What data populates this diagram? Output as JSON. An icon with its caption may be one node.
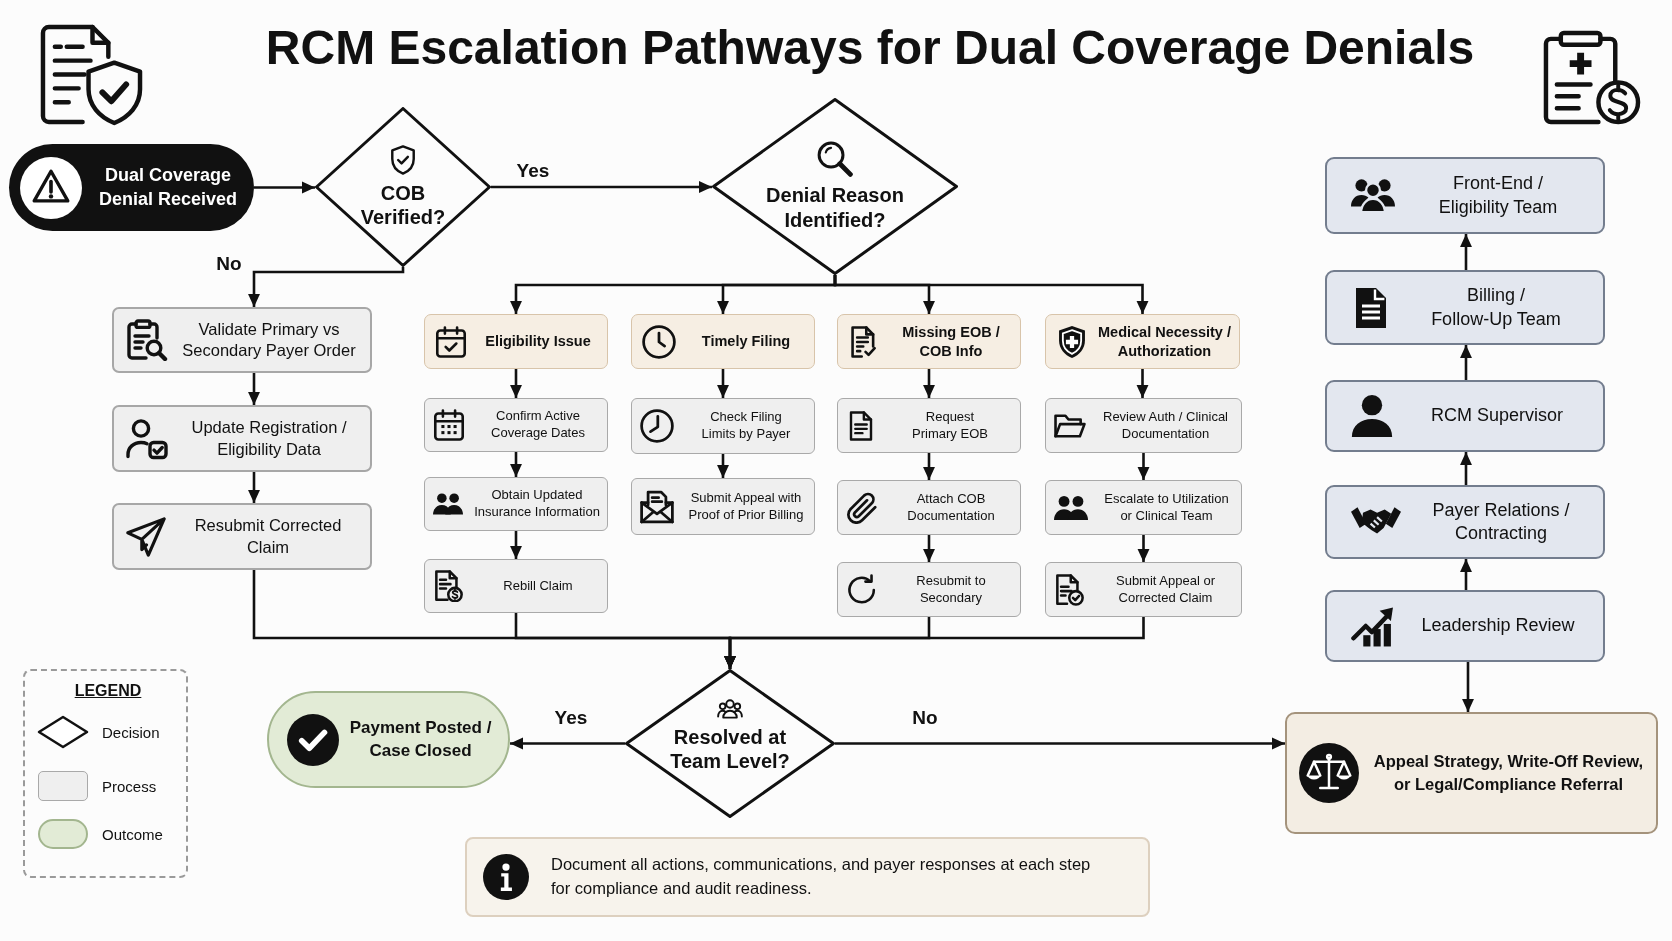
{
  "diagram": {
    "title": "RCM Escalation Pathways for Dual Coverage Denials",
    "nodes": [
      {
        "text": [
          "Dual Coverage Denial Received"
        ]
      },
      {
        "text": [
          "COB Verified?"
        ]
      },
      {
        "text": [
          "Denial Reason Identified?"
        ]
      },
      {
        "text": [
          "Validate Primary vs Secondary Payer Order"
        ]
      },
      {
        "text": [
          "Update Registration / Eligibility Data"
        ]
      },
      {
        "text": [
          "Resubmit Corrected Claim"
        ]
      },
      {
        "text": [
          "Eligibility Issue"
        ]
      },
      {
        "text": [
          "Confirm Active Coverage Dates"
        ]
      },
      {
        "text": [
          "Obtain Updated Insurance Information"
        ]
      },
      {
        "text": [
          "Rebill Claim"
        ]
      },
      {
        "text": [
          "Timely Filing"
        ]
      },
      {
        "text": [
          "Check Filing Limits by Payer"
        ]
      },
      {
        "text": [
          "Submit Appeal with Proof of Prior Billing"
        ]
      },
      {
        "text": [
          "Missing EOB / COB Info"
        ]
      },
      {
        "text": [
          "Request Primary EOB"
        ]
      },
      {
        "text": [
          "Attach COB Documentation"
        ]
      },
      {
        "text": [
          "Resubmit to Secondary"
        ]
      },
      {
        "text": [
          "Medical Necessity / Authorization"
        ]
      },
      {
        "text": [
          "Review Auth / Clinical Documentation"
        ]
      },
      {
        "text": [
          "Escalate to Utilization or Clinical Team"
        ]
      },
      {
        "text": [
          "Submit Appeal or Corrected Claim"
        ]
      },
      {
        "text": [
          "Front-End / Eligibility Team"
        ]
      },
      {
        "text": [
          "Billing / Follow-Up Team"
        ]
      },
      {
        "text": [
          "RCM Supervisor"
        ]
      },
      {
        "text": [
          "Payer Relations / Contracting"
        ]
      },
      {
        "text": [
          "Leadership Review"
        ]
      },
      {
        "text": [
          "Payment Posted / Case Closed"
        ]
      },
      {
        "text": [
          "Resolved at Team Level?"
        ]
      },
      {
        "text": [
          "Appeal Strategy, Write-Off Review, or Legal/Compliance Referral"
        ]
      },
      {
        "text": [
          "Document all actions, communications, and payer responses at each step for compliance and audit readiness."
        ]
      }
    ],
    "edges": [
      {
        "from": 0,
        "to": 1,
        "arrow": "to"
      },
      {
        "from": 1,
        "to": 2,
        "arrow": "to",
        "label": "Yes"
      },
      {
        "from": 1,
        "to": 3,
        "arrow": "to",
        "label": "No"
      },
      {
        "from": 3,
        "to": 4,
        "arrow": "to"
      },
      {
        "from": 4,
        "to": 5,
        "arrow": "to"
      },
      {
        "from": 2,
        "to": 6,
        "arrow": "to"
      },
      {
        "from": 2,
        "to": 10,
        "arrow": "to"
      },
      {
        "from": 2,
        "to": 13,
        "arrow": "to"
      },
      {
        "from": 2,
        "to": 17,
        "arrow": "to"
      },
      {
        "from": 6,
        "to": 7,
        "arrow": "to"
      },
      {
        "from": 7,
        "to": 8,
        "arrow": "to"
      },
      {
        "from": 8,
        "to": 9,
        "arrow": "to"
      },
      {
        "from": 10,
        "to": 11,
        "arrow": "to"
      },
      {
        "from": 11,
        "to": 12,
        "arrow": "to"
      },
      {
        "from": 13,
        "to": 14,
        "arrow": "to"
      },
      {
        "from": 14,
        "to": 15,
        "arrow": "to"
      },
      {
        "from": 15,
        "to": 16,
        "arrow": "to"
      },
      {
        "from": 17,
        "to": 18,
        "arrow": "to"
      },
      {
        "from": 18,
        "to": 19,
        "arrow": "to"
      },
      {
        "from": 19,
        "to": 20,
        "arrow": "to"
      },
      {
        "from": 5,
        "to": 27,
        "arrow": "to"
      },
      {
        "from": 9,
        "to": 27,
        "arrow": "to"
      },
      {
        "from": 16,
        "to": 27,
        "arrow": "to"
      },
      {
        "from": 20,
        "to": 27,
        "arrow": "to"
      },
      {
        "from": 27,
        "to": 26,
        "arrow": "to",
        "label": "Yes"
      },
      {
        "from": 27,
        "to": 28,
        "arrow": "to",
        "label": "No"
      },
      {
        "from": 25,
        "to": 24,
        "arrow": "to"
      },
      {
        "from": 24,
        "to": 23,
        "arrow": "to"
      },
      {
        "from": 23,
        "to": 22,
        "arrow": "to"
      },
      {
        "from": 22,
        "to": 21,
        "arrow": "to"
      },
      {
        "from": 25,
        "to": 28,
        "arrow": "to"
      }
    ],
    "labels": [
      "LEGEND"
    ],
    "legend": [
      {
        "text": "Decision"
      },
      {
        "text": "Process",
        "color": "#efefef"
      },
      {
        "text": "Outcome",
        "color": "#e2ebd6"
      }
    ]
  }
}
